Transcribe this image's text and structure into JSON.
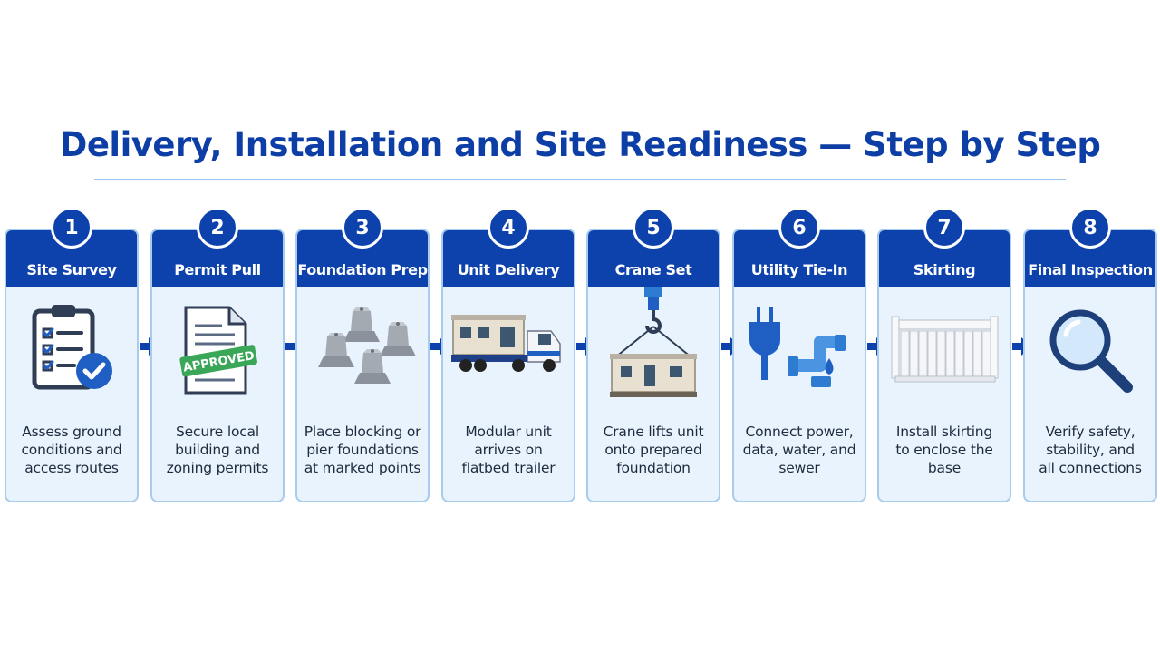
{
  "title": "Delivery, Installation and Site Readiness — Step by Step",
  "colors": {
    "primary": "#0d42ad",
    "card_bg": "#e9f3fd",
    "card_border": "#a8ccee",
    "accent_green": "#3aa657"
  },
  "steps": [
    {
      "number": "1",
      "label": "Site Survey",
      "icon": "clipboard-checklist-icon",
      "desc": [
        "Assess ground",
        "conditions and",
        "access routes"
      ]
    },
    {
      "number": "2",
      "label": "Permit Pull",
      "icon": "approved-document-icon",
      "stamp": "APPROVED",
      "desc": [
        "Secure local",
        "building and",
        "zoning permits"
      ]
    },
    {
      "number": "3",
      "label": "Foundation Prep",
      "icon": "concrete-piers-icon",
      "desc": [
        "Place blocking or",
        "pier foundations",
        "at marked points"
      ]
    },
    {
      "number": "4",
      "label": "Unit Delivery",
      "icon": "flatbed-truck-icon",
      "desc": [
        "Modular unit",
        "arrives on",
        "flatbed trailer"
      ]
    },
    {
      "number": "5",
      "label": "Crane Set",
      "icon": "crane-hook-module-icon",
      "desc": [
        "Crane lifts unit",
        "onto prepared",
        "foundation"
      ]
    },
    {
      "number": "6",
      "label": "Utility Tie-In",
      "icon": "plug-pipe-water-icon",
      "desc": [
        "Connect power,",
        "data, water, and",
        "sewer"
      ]
    },
    {
      "number": "7",
      "label": "Skirting",
      "icon": "skirting-panel-icon",
      "desc": [
        "Install skirting",
        "to enclose the",
        "base"
      ]
    },
    {
      "number": "8",
      "label": "Final Inspection",
      "icon": "magnifying-glass-icon",
      "desc": [
        "Verify safety,",
        "stability, and",
        "all connections"
      ]
    }
  ]
}
